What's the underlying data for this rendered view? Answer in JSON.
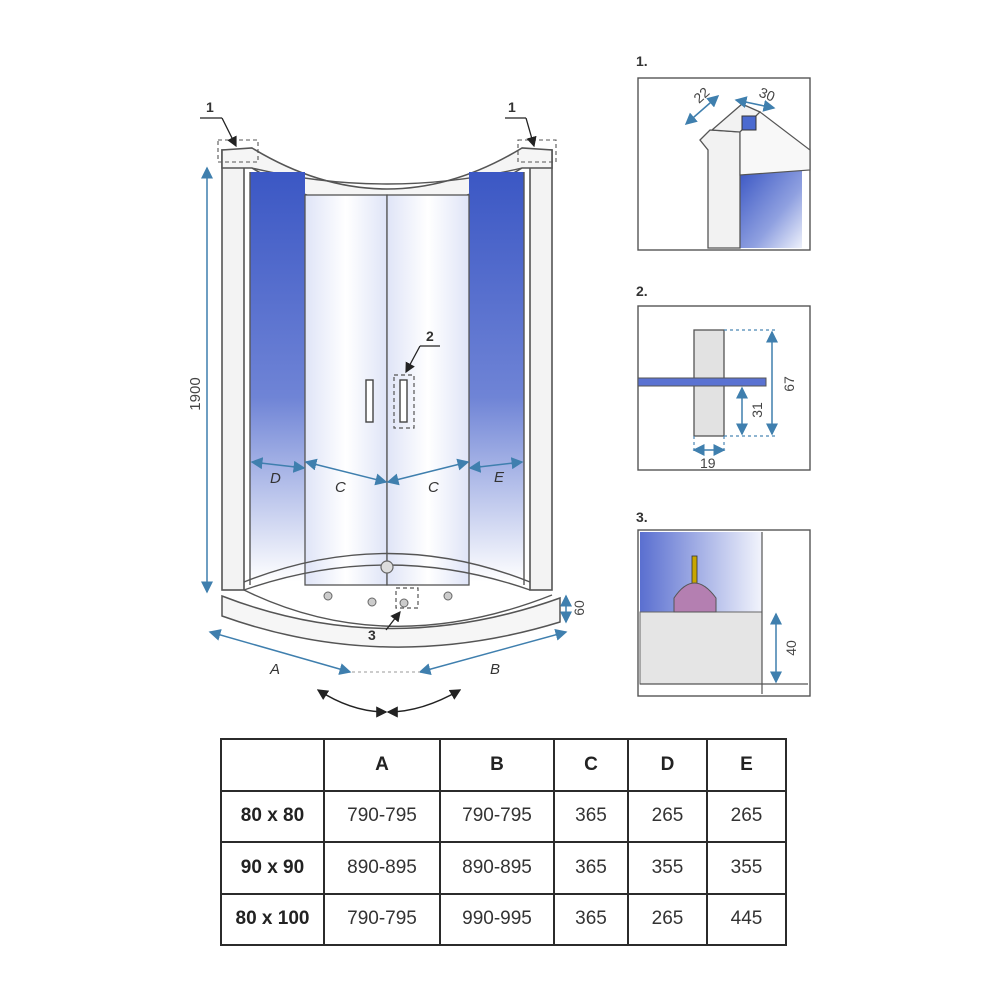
{
  "diagram": {
    "callouts": {
      "one_left": "1",
      "one_right": "1",
      "two": "2",
      "three": "3"
    },
    "dimensions": {
      "height": "1900",
      "tray_height": "60",
      "d": "D",
      "c_left": "C",
      "c_right": "C",
      "e": "E",
      "a": "A",
      "b": "B"
    },
    "details": {
      "detail1": {
        "title": "1.",
        "dim_a": "22",
        "dim_b": "30"
      },
      "detail2": {
        "title": "2.",
        "dim_height": "67",
        "dim_mid": "31",
        "dim_width": "19"
      },
      "detail3": {
        "title": "3.",
        "dim_height": "40"
      }
    },
    "colors": {
      "glass": "#3b57c4",
      "dimension": "#3f7fae",
      "seal": "#b47fb1",
      "post": "#c8a600"
    }
  },
  "table": {
    "headers": [
      "",
      "A",
      "B",
      "C",
      "D",
      "E"
    ],
    "rows": [
      [
        "80 x 80",
        "790-795",
        "790-795",
        "365",
        "265",
        "265"
      ],
      [
        "90 x 90",
        "890-895",
        "890-895",
        "365",
        "355",
        "355"
      ],
      [
        "80 x 100",
        "790-795",
        "990-995",
        "365",
        "265",
        "445"
      ]
    ]
  }
}
